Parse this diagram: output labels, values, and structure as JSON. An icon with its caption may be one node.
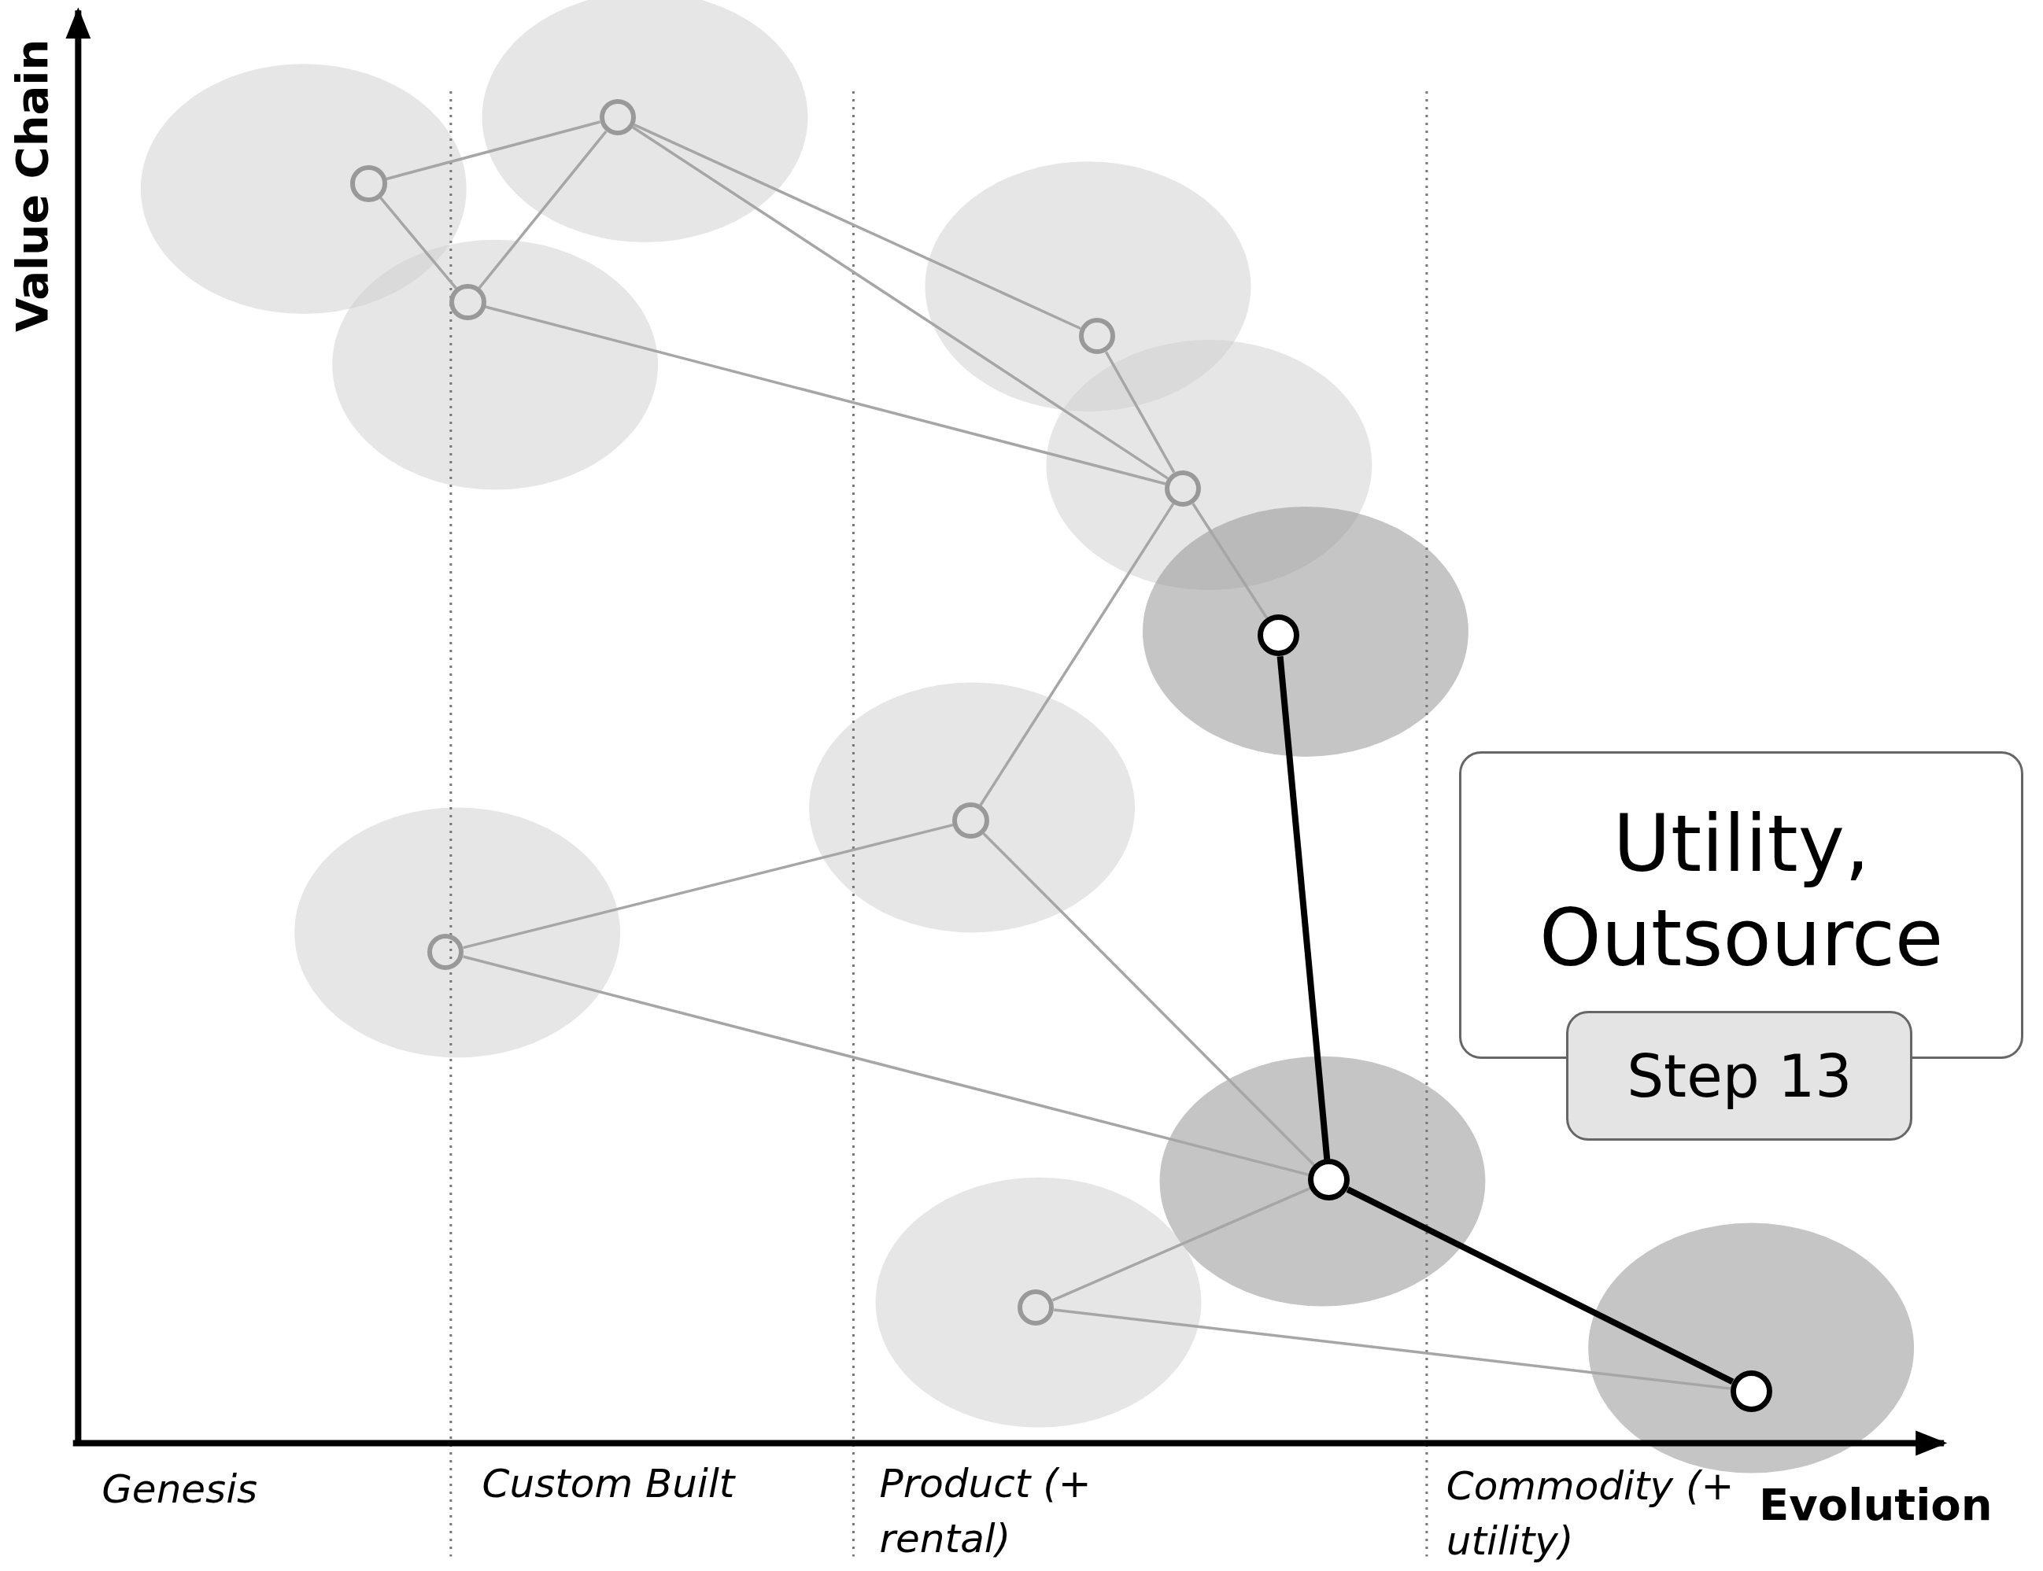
{
  "diagram": {
    "nodes": [
      {
        "text": [],
        "shape": "circle"
      },
      {
        "text": [],
        "shape": "circle"
      },
      {
        "text": [],
        "shape": "circle"
      },
      {
        "text": [],
        "shape": "circle"
      },
      {
        "text": [],
        "shape": "circle"
      },
      {
        "text": [],
        "shape": "circle"
      },
      {
        "text": [],
        "shape": "circle"
      },
      {
        "text": [],
        "shape": "circle"
      },
      {
        "text": [],
        "shape": "circle"
      },
      {
        "text": [],
        "shape": "circle"
      },
      {
        "text": [],
        "shape": "circle"
      },
      {
        "text": [
          "Utility, Outsource"
        ]
      },
      {
        "text": [
          "Step 13"
        ]
      }
    ],
    "edges": [
      {
        "from": 1,
        "to": 0,
        "arrow": "none"
      },
      {
        "from": 1,
        "to": 2,
        "arrow": "none"
      },
      {
        "from": 2,
        "to": 0,
        "arrow": "none"
      },
      {
        "from": 0,
        "to": 3,
        "arrow": "none"
      },
      {
        "from": 0,
        "to": 4,
        "arrow": "none"
      },
      {
        "from": 3,
        "to": 4,
        "arrow": "none"
      },
      {
        "from": 2,
        "to": 4,
        "arrow": "none"
      },
      {
        "from": 4,
        "to": 5,
        "arrow": "none"
      },
      {
        "from": 4,
        "to": 6,
        "arrow": "none"
      },
      {
        "from": 6,
        "to": 7,
        "arrow": "none"
      },
      {
        "from": 6,
        "to": 8,
        "arrow": "none"
      },
      {
        "from": 7,
        "to": 8,
        "arrow": "none"
      },
      {
        "from": 9,
        "to": 8,
        "arrow": "none"
      },
      {
        "from": 9,
        "to": 10,
        "arrow": "none"
      },
      {
        "from": 5,
        "to": 8,
        "arrow": "none",
        "style": "thick",
        "color": "#000000"
      },
      {
        "from": 8,
        "to": 10,
        "arrow": "none",
        "style": "thick",
        "color": "#000000"
      }
    ],
    "labels": [
      "Value Chain",
      "Genesis",
      "Custom Built",
      "Product (+ rental)",
      "Commodity (+ utility)",
      "Evolution"
    ]
  }
}
